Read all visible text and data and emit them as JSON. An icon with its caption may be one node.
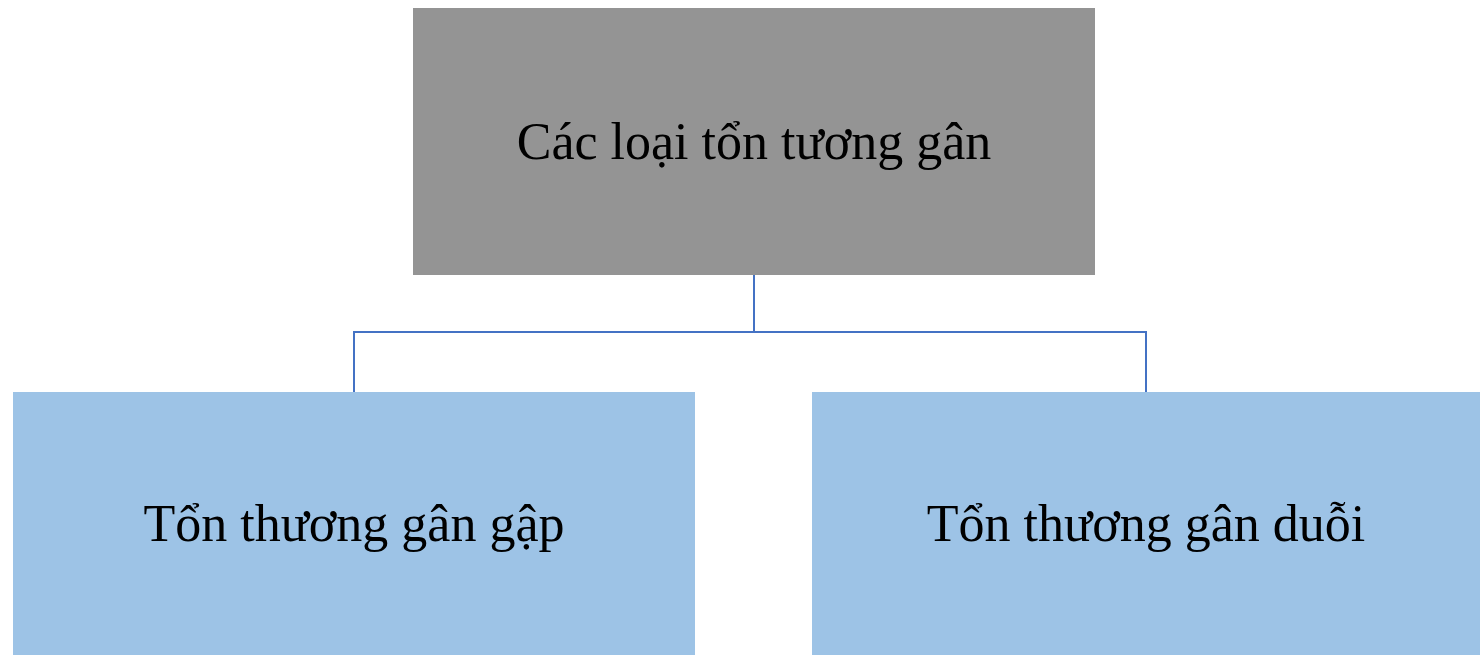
{
  "diagram": {
    "nodes": [
      {
        "text": [
          "Các loại tổn tương gân"
        ]
      },
      {
        "text": [
          "Tổn thương gân gập"
        ]
      },
      {
        "text": [
          "Tổn thương gân duỗi"
        ]
      }
    ],
    "edges": [
      {
        "from": 0,
        "to": 1,
        "arrow": "none"
      },
      {
        "from": 0,
        "to": 2,
        "arrow": "none"
      }
    ]
  }
}
